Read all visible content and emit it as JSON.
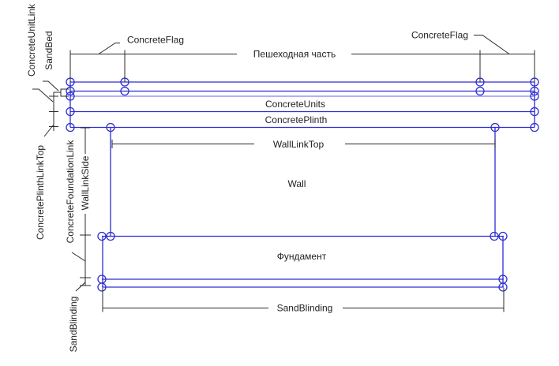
{
  "diagram": {
    "type": "cad-construction-cross-section",
    "colors": {
      "element_blue": "#2d2dd2",
      "element_light_blue": "#8383e4",
      "annotation_black": "#2b2b2b",
      "text": "#1f1f1f",
      "background": "#ffffff"
    },
    "labels": {
      "concrete_unit_link": "ConcreteUnitLink",
      "sand_bed": "SandBed",
      "concrete_flag_left": "ConcreteFlag",
      "concrete_flag_right": "ConcreteFlag",
      "pedestrian_part": "Пешеходная часть",
      "concrete_units": "ConcreteUnits",
      "concrete_plinth": "ConcretePlinth",
      "wall_link_top": "WallLinkTop",
      "wall": "Wall",
      "concrete_plinth_link_top": "ConcretePlinthLinkTop",
      "concrete_foundation_link": "ConcreteFoundationLink",
      "wall_link_side": "WallLinkSide",
      "foundation": "Фундамент",
      "sand_blinding_bottom": "SandBlinding",
      "sand_blinding_left": "SandBlinding"
    }
  }
}
